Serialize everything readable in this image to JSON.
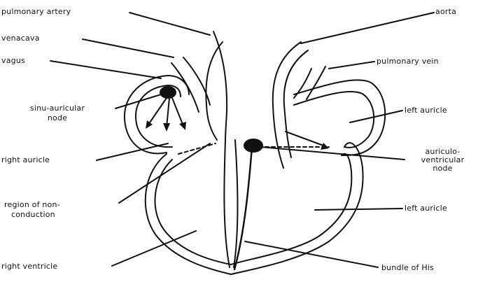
{
  "labels": {
    "pulmonary_artery": "pulmonary artery",
    "venacava": "venacava",
    "vagus": "vagus",
    "sinu_auricular_line1": "sinu-auricular",
    "sinu_auricular_line2": "node",
    "right_auricle": "right auricle",
    "region_line1": "region of non-",
    "region_line2": "conduction",
    "right_ventricle": "right ventricle",
    "aorta": "aorta",
    "pulmonary_vein": "pulmonary vein",
    "left_auricle_upper": "left auricle",
    "av_line1": "auriculo-",
    "av_line2": "ventricular",
    "av_line3": "node",
    "left_auricle_lower": "left auricle",
    "bundle_of_his": "bundle of His"
  },
  "colors": {
    "ink": "#111111",
    "node_fill": "#1a1a1a",
    "background": "#ffffff"
  }
}
